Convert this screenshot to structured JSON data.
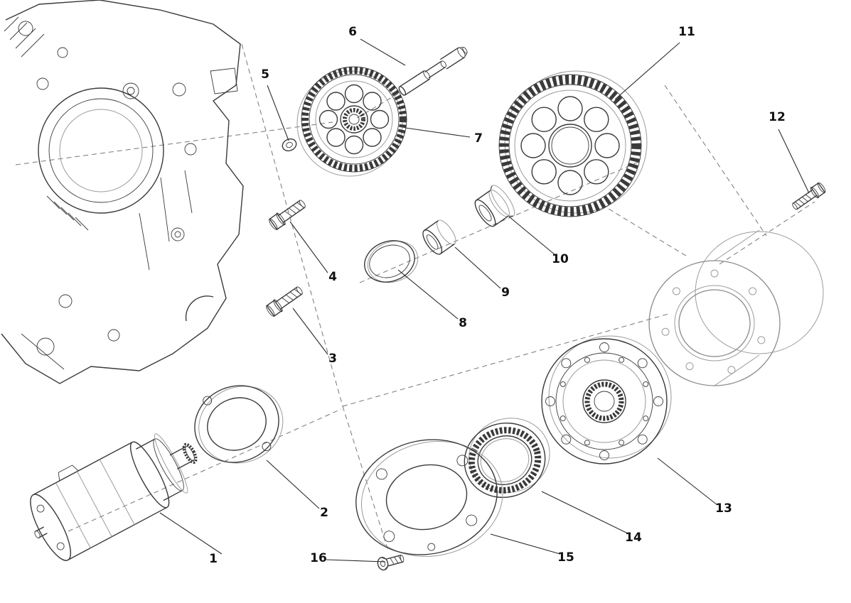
{
  "figure": {
    "kind": "exploded-parts-diagram",
    "visible_text": "numeric part callouts only"
  },
  "colors": {
    "ink": "#3a3a3a",
    "light_line": "#9b9b9b",
    "rotor_gray": "#8a8a8a",
    "dash_line": "#777777",
    "callout_text": "#111111",
    "background": "#ffffff"
  },
  "callouts": [
    "1",
    "2",
    "3",
    "4",
    "5",
    "6",
    "7",
    "8",
    "9",
    "10",
    "11",
    "12",
    "13",
    "14",
    "15",
    "16"
  ]
}
